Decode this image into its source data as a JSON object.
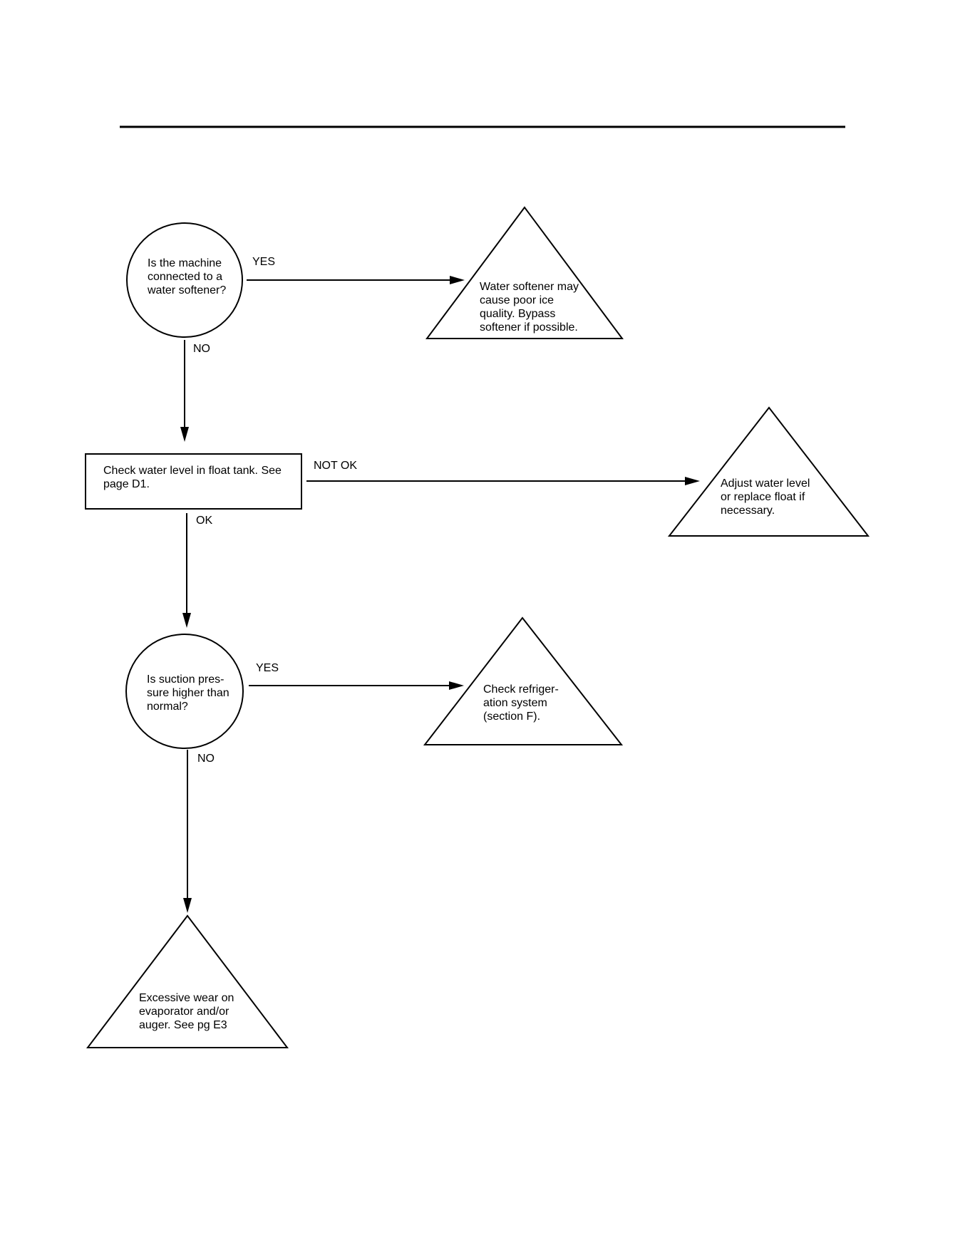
{
  "nodes": {
    "q_softener": "Is the machine\nconnected to a\nwater softener?",
    "r_softener": "Water softener may\ncause poor ice\nquality.  Bypass\nsoftener if possible.",
    "check_level": "Check water level in float tank. See\npage D1.",
    "r_adjust": "Adjust water level\nor replace float  if\nnecessary.",
    "q_suction": "Is suction pres-\nsure higher than\nnormal?",
    "r_refrig": "Check refriger-\nation system\n(section F).",
    "r_wear": "Excessive wear on\nevaporator and/or\nauger. See pg E3"
  },
  "edges": {
    "softener_yes": "YES",
    "softener_no": "NO",
    "level_not_ok": "NOT OK",
    "level_ok": "OK",
    "suction_yes": "YES",
    "suction_no": "NO"
  }
}
